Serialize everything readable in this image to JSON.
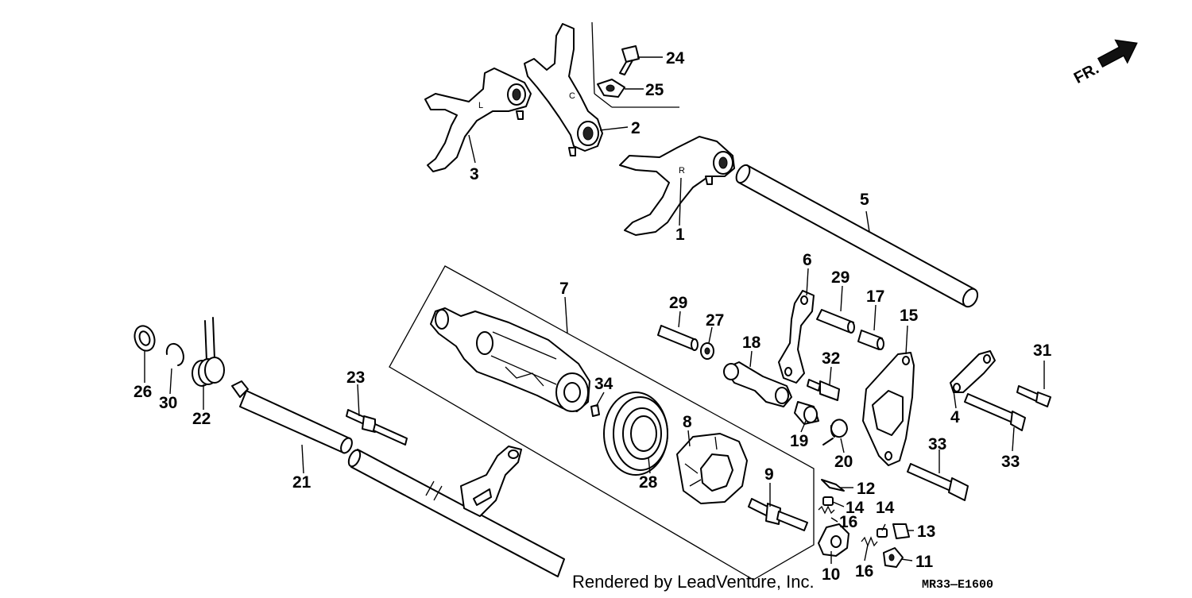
{
  "diagram": {
    "labels": [
      {
        "id": "1",
        "text": "1"
      },
      {
        "id": "2",
        "text": "2"
      },
      {
        "id": "3",
        "text": "3"
      },
      {
        "id": "4",
        "text": "4"
      },
      {
        "id": "5",
        "text": "5"
      },
      {
        "id": "6",
        "text": "6"
      },
      {
        "id": "7",
        "text": "7"
      },
      {
        "id": "8",
        "text": "8"
      },
      {
        "id": "9",
        "text": "9"
      },
      {
        "id": "10",
        "text": "10"
      },
      {
        "id": "11",
        "text": "11"
      },
      {
        "id": "12",
        "text": "12"
      },
      {
        "id": "13",
        "text": "13"
      },
      {
        "id": "14a",
        "text": "14"
      },
      {
        "id": "14b",
        "text": "14"
      },
      {
        "id": "15",
        "text": "15"
      },
      {
        "id": "16a",
        "text": "16"
      },
      {
        "id": "16b",
        "text": "16"
      },
      {
        "id": "17",
        "text": "17"
      },
      {
        "id": "18",
        "text": "18"
      },
      {
        "id": "19",
        "text": "19"
      },
      {
        "id": "20",
        "text": "20"
      },
      {
        "id": "21",
        "text": "21"
      },
      {
        "id": "22",
        "text": "22"
      },
      {
        "id": "23",
        "text": "23"
      },
      {
        "id": "24",
        "text": "24"
      },
      {
        "id": "25",
        "text": "25"
      },
      {
        "id": "26",
        "text": "26"
      },
      {
        "id": "27",
        "text": "27"
      },
      {
        "id": "28",
        "text": "28"
      },
      {
        "id": "29a",
        "text": "29"
      },
      {
        "id": "29b",
        "text": "29"
      },
      {
        "id": "30",
        "text": "30"
      },
      {
        "id": "31",
        "text": "31"
      },
      {
        "id": "32",
        "text": "32"
      },
      {
        "id": "33a",
        "text": "33"
      },
      {
        "id": "33b",
        "text": "33"
      },
      {
        "id": "34",
        "text": "34"
      }
    ],
    "fork_marks": {
      "fork_r": "R",
      "fork_c": "C",
      "fork_l": "L"
    },
    "direction_label": "FR.",
    "credit": "Rendered by LeadVenture, Inc.",
    "diagram_code": "MR33—E1600"
  }
}
